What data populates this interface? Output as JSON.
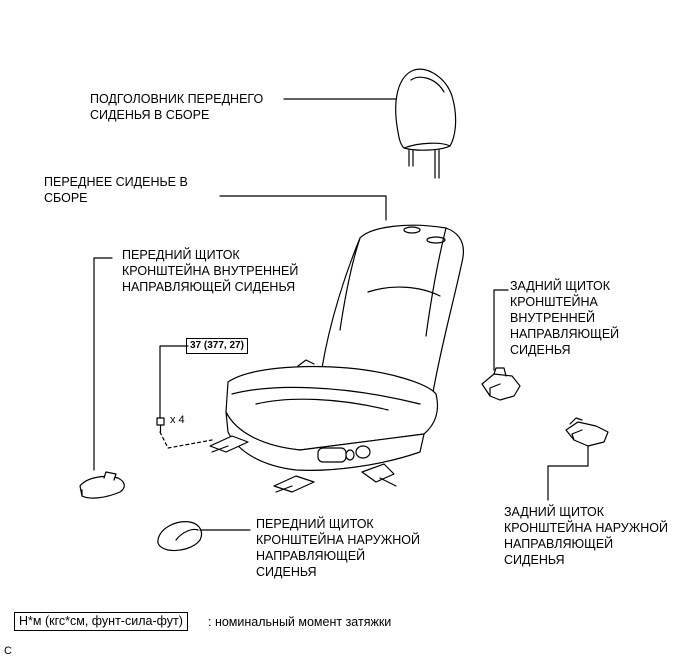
{
  "labels": {
    "headrest": [
      "ПОДГОЛОВНИК ПЕРЕДНЕГО",
      "СИДЕНЬЯ В СБОРЕ"
    ],
    "front_seat": [
      "ПЕРЕДНЕЕ СИДЕНЬЕ В",
      "СБОРЕ"
    ],
    "front_inner_cover": [
      "ПЕРЕДНИЙ ЩИТОК",
      "КРОНШТЕЙНА ВНУТРЕННЕЙ",
      "НАПРАВЛЯЮЩЕЙ СИДЕНЬЯ"
    ],
    "rear_inner_cover": [
      "ЗАДНИЙ ЩИТОК",
      "КРОНШТЕЙНА",
      "ВНУТРЕННЕЙ",
      "НАПРАВЛЯЮЩЕЙ",
      "СИДЕНЬЯ"
    ],
    "rear_outer_cover": [
      "ЗАДНИЙ ЩИТОК",
      "КРОНШТЕЙНА НАРУЖНОЙ",
      "НАПРАВЛЯЮЩЕЙ",
      "СИДЕНЬЯ"
    ],
    "front_outer_cover": [
      "ПЕРЕДНИЙ ЩИТОК",
      "КРОНШТЕЙНА НАРУЖНОЙ",
      "НАПРАВЛЯЮЩЕЙ",
      "СИДЕНЬЯ"
    ]
  },
  "torque": {
    "value": "37 (377, 27)",
    "quantity": "x 4"
  },
  "legend": {
    "unit": "Н*м (кгс*см, фунт-сила-фут)",
    "description": ": номинальный момент затяжки"
  },
  "code": "C",
  "colors": {
    "line": "#000000",
    "fill": "#ffffff",
    "shade": "#cfcfcf"
  }
}
